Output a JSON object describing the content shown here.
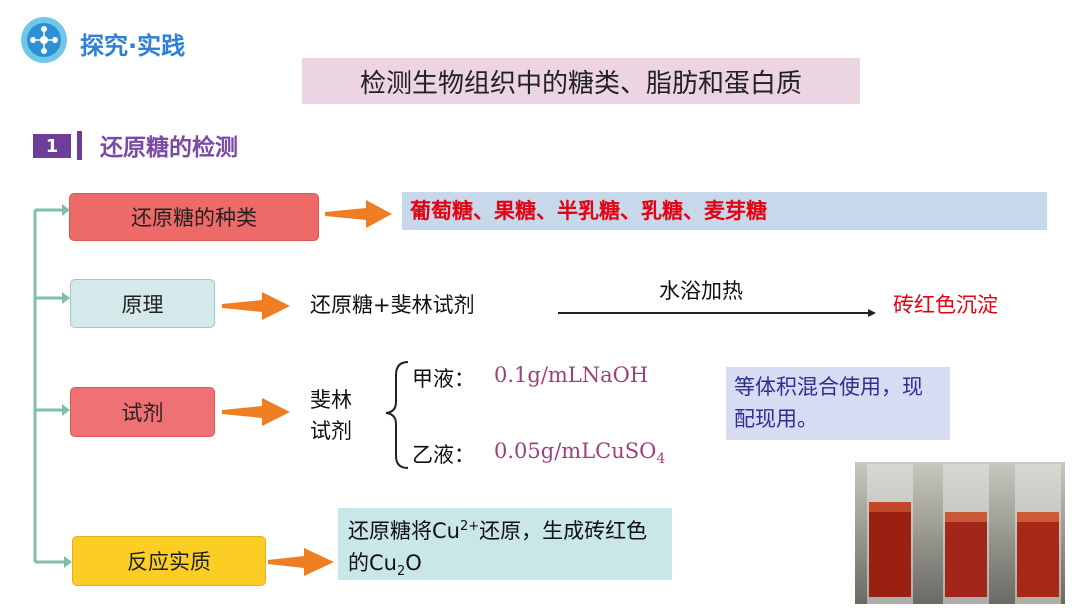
{
  "header": {
    "brand": "探究·实践"
  },
  "title": "检测生物组织中的糖类、脂肪和蛋白质",
  "section": {
    "number": "1",
    "title": "还原糖的检测"
  },
  "rows": {
    "kinds": {
      "label": "还原糖的种类",
      "content": "葡萄糖、果糖、半乳糖、乳糖、麦芽糖"
    },
    "principle": {
      "label": "原理",
      "reactants": "还原糖+斐林试剂",
      "condition": "水浴加热",
      "product": "砖红色沉淀"
    },
    "reagent": {
      "label": "试剂",
      "name_line1": "斐林",
      "name_line2": "试剂",
      "a_label": "甲液：",
      "a_value": "0.1g/mLNaOH",
      "b_label": "乙液：",
      "b_value_prefix": "0.05g/mLCuSO",
      "b_value_sub": "4",
      "note": "等体积混合使用，现配现用。"
    },
    "reaction": {
      "label": "反应实质",
      "t1": "还原糖将Cu",
      "sup": "2+",
      "t2": "还原，生成砖红色的Cu",
      "sub": "2",
      "t3": "O"
    }
  },
  "colors": {
    "red": "#e60012",
    "purple": "#6d3f9b",
    "arrow": "#ef7d22",
    "connector": "#7fbfa8"
  }
}
